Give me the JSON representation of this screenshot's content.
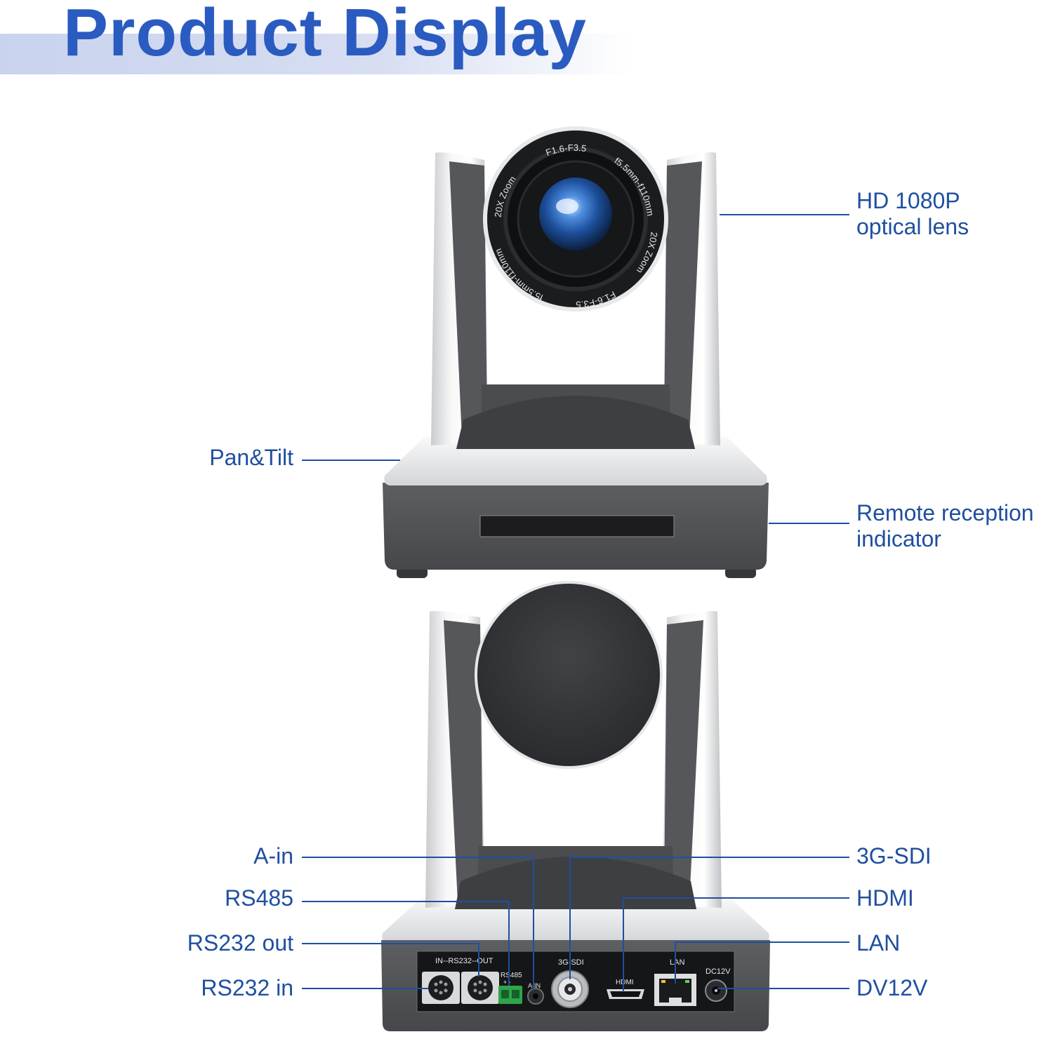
{
  "header": {
    "title": "Product Display"
  },
  "callouts_front": {
    "lens_line1": "HD 1080P",
    "lens_line2": "optical lens",
    "pan_tilt": "Pan&Tilt",
    "remote_line1": "Remote reception",
    "remote_line2": "indicator"
  },
  "callouts_back": {
    "a_in": "A-in",
    "rs485": "RS485",
    "rs232_out": "RS232 out",
    "rs232_in": "RS232 in",
    "sdi": "3G-SDI",
    "hdmi": "HDMI",
    "lan": "LAN",
    "dc": "DV12V"
  },
  "lens_markings": {
    "aperture": "F1.6-F3.5",
    "focal": "f5.5mm-f110mm",
    "zoom": "20X Zoom"
  },
  "panel_labels": {
    "rs232": "IN--RS232--OUT",
    "rs485": "RS485",
    "rs485_polarity": "+  -",
    "ain": "A-IN",
    "sdi": "3G-SDI",
    "hdmi": "HDMI",
    "lan": "LAN",
    "dc": "DC12V"
  },
  "colors": {
    "accent": "#2a5bc0",
    "callout_text": "#1f4f9e",
    "body_dark": "#4a4c50",
    "body_silver": "#e2e4e6"
  }
}
